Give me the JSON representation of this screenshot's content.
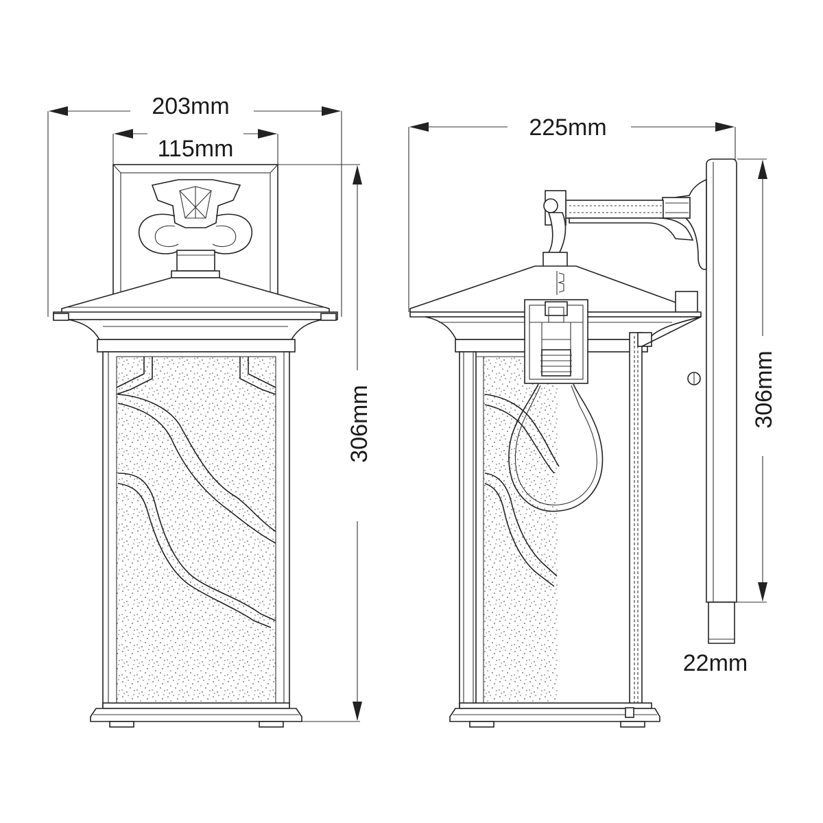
{
  "dimensions": {
    "front_overall_width": "203mm",
    "front_bracket_width": "115mm",
    "front_height": "306mm",
    "side_depth": "225mm",
    "side_height": "306mm",
    "backplate_thickness": "22mm"
  }
}
